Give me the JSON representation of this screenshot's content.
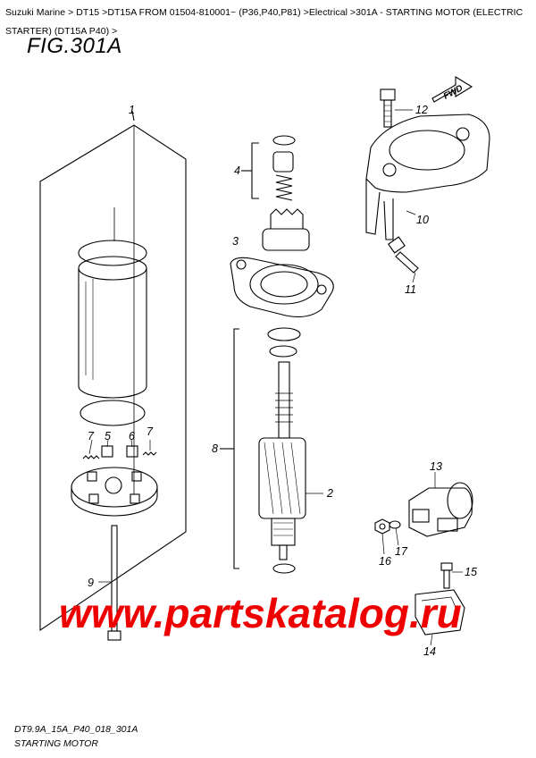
{
  "breadcrumb": "Suzuki Marine > DT15 >DT15A FROM 01504-810001~ (P36,P40,P81) >Electrical >301A - STARTING MOTOR (ELECTRIC STARTER) (DT15A P40) >",
  "figure_title": "FIG.301A",
  "direction_label": "FWD",
  "watermark": "www.partskatalog.ru",
  "footer": {
    "code": "DT9.9A_15A_P40_018_301A",
    "name": "STARTING MOTOR"
  },
  "callouts": [
    "1",
    "2",
    "3",
    "4",
    "5",
    "6",
    "7",
    "7",
    "8",
    "9",
    "10",
    "11",
    "12",
    "13",
    "14",
    "15",
    "16",
    "17"
  ]
}
